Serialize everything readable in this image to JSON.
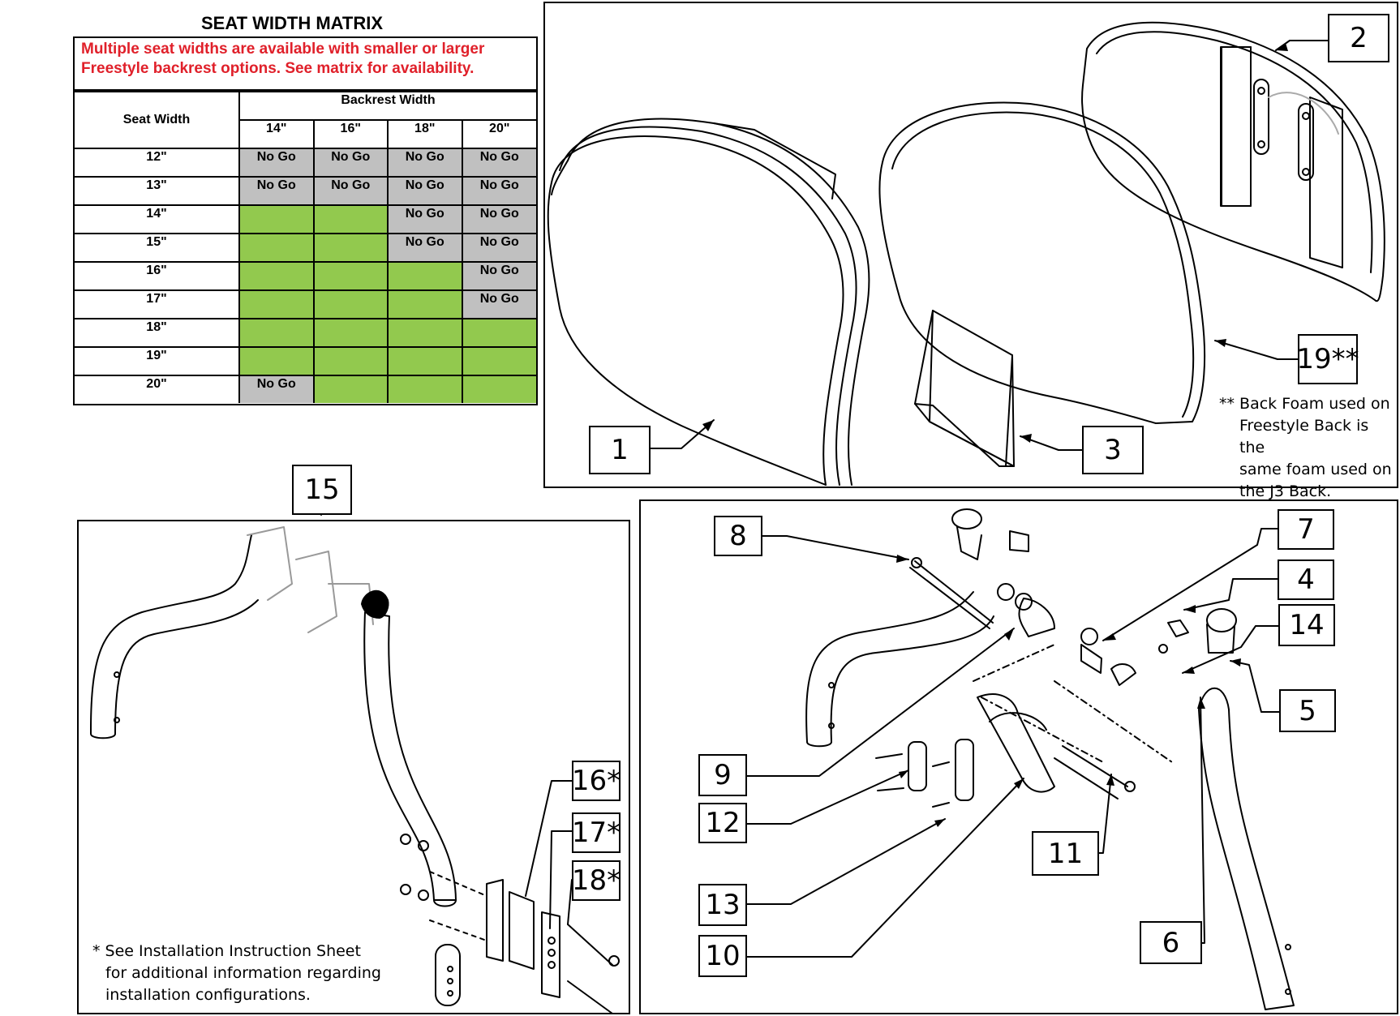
{
  "matrix": {
    "title": "SEAT WIDTH MATRIX",
    "note_line1": "Multiple seat widths are available with smaller or larger",
    "note_line2": "Freestyle backrest options. See matrix for availability.",
    "seat_width_header": "Seat Width",
    "backrest_width_header": "Backrest Width",
    "backrest_columns": [
      "14\"",
      "16\"",
      "18\"",
      "20\""
    ],
    "rows": [
      {
        "seat": "12\"",
        "cells": [
          "No Go",
          "No Go",
          "No Go",
          "No Go"
        ]
      },
      {
        "seat": "13\"",
        "cells": [
          "No Go",
          "No Go",
          "No Go",
          "No Go"
        ]
      },
      {
        "seat": "14\"",
        "cells": [
          "",
          "",
          "No Go",
          "No Go"
        ]
      },
      {
        "seat": "15\"",
        "cells": [
          "",
          "",
          "No Go",
          "No Go"
        ]
      },
      {
        "seat": "16\"",
        "cells": [
          "",
          "",
          "",
          "No Go"
        ]
      },
      {
        "seat": "17\"",
        "cells": [
          "",
          "",
          "",
          "No Go"
        ]
      },
      {
        "seat": "18\"",
        "cells": [
          "",
          "",
          "",
          ""
        ]
      },
      {
        "seat": "19\"",
        "cells": [
          "",
          "",
          "",
          ""
        ]
      },
      {
        "seat": "20\"",
        "cells": [
          "No Go",
          "",
          "",
          ""
        ]
      }
    ],
    "colors": {
      "no_go": "#c0c0c0",
      "available": "#92c94e",
      "note_text": "#e0202a"
    }
  },
  "callouts": {
    "c1": "1",
    "c2": "2",
    "c3": "3",
    "c4": "4",
    "c5": "5",
    "c6": "6",
    "c7": "7",
    "c8": "8",
    "c9": "9",
    "c10": "10",
    "c11": "11",
    "c12": "12",
    "c13": "13",
    "c14": "14",
    "c15": "15",
    "c16": "16*",
    "c17": "17*",
    "c18": "18*",
    "c19": "19**"
  },
  "notes": {
    "foam_line1": "** Back Foam used on",
    "foam_line2": "Freestyle Back is the",
    "foam_line3": "same foam used on",
    "foam_line4": "the J3 Back.",
    "install_line1": "* See Installation Instruction Sheet",
    "install_line2": "for additional information regarding",
    "install_line3": "installation configurations."
  }
}
